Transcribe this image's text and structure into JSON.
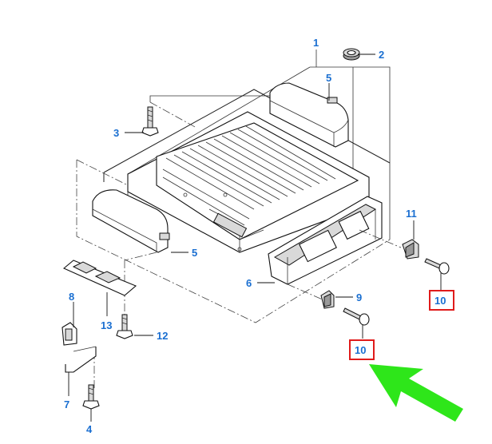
{
  "callouts": {
    "c1": "1",
    "c2": "2",
    "c3": "3",
    "c4": "4",
    "c5a": "5",
    "c5b": "5",
    "c6": "6",
    "c7": "7",
    "c8": "8",
    "c9": "9",
    "c10a": "10",
    "c10b": "10",
    "c11": "11",
    "c12": "12",
    "c13": "13"
  },
  "colors": {
    "callout_text": "#1a6fd1",
    "highlight_box": "#e01b1b",
    "pointer_arrow": "#2ee61a",
    "line_art": "#111111"
  },
  "highlighted_callouts": [
    "10",
    "10"
  ],
  "pointer": {
    "icon": "green-arrow-icon",
    "points_to": "10"
  }
}
